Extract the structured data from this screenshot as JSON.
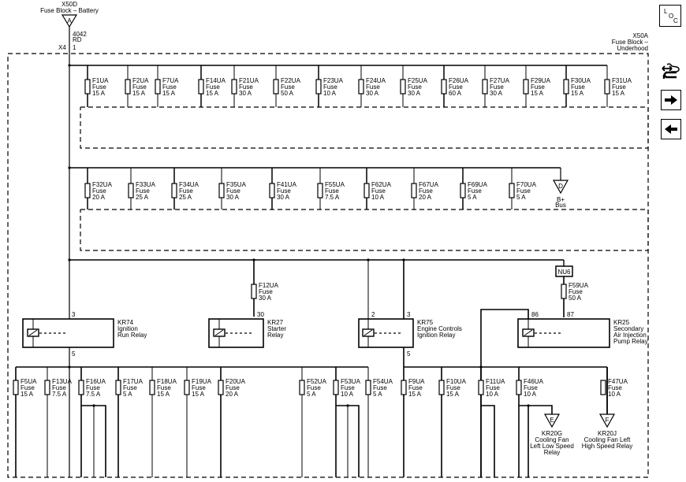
{
  "source": {
    "id": "X50D",
    "name": "Fuse Block – Battery",
    "connector_letter": "A",
    "circuit": "4042",
    "wire_color": "RD",
    "pin_connector": "X4",
    "pin": "1"
  },
  "fuse_block": {
    "id": "X50A",
    "name_line1": "Fuse Block –",
    "name_line2": "Underhood"
  },
  "nav": {
    "location_button": {
      "l1": "L",
      "l2": "O",
      "l3": "C"
    },
    "swap_icon": "connector-swap-icon",
    "forward_icon": "arrow-right-icon",
    "back_icon": "arrow-left-icon"
  },
  "row1_fuses": [
    {
      "id": "F1UA",
      "type": "Fuse",
      "rating": "15 A"
    },
    {
      "id": "F2UA",
      "type": "Fuse",
      "rating": "15 A"
    },
    {
      "id": "F7UA",
      "type": "Fuse",
      "rating": "15 A"
    },
    {
      "id": "F14UA",
      "type": "Fuse",
      "rating": "15 A"
    },
    {
      "id": "F21UA",
      "type": "Fuse",
      "rating": "30 A"
    },
    {
      "id": "F22UA",
      "type": "Fuse",
      "rating": "50 A"
    },
    {
      "id": "F23UA",
      "type": "Fuse",
      "rating": "10 A"
    },
    {
      "id": "F24UA",
      "type": "Fuse",
      "rating": "30 A"
    },
    {
      "id": "F25UA",
      "type": "Fuse",
      "rating": "30 A"
    },
    {
      "id": "F26UA",
      "type": "Fuse",
      "rating": "60 A"
    },
    {
      "id": "F27UA",
      "type": "Fuse",
      "rating": "30 A"
    },
    {
      "id": "F29UA",
      "type": "Fuse",
      "rating": "15 A"
    },
    {
      "id": "F30UA",
      "type": "Fuse",
      "rating": "15 A"
    },
    {
      "id": "F31UA",
      "type": "Fuse",
      "rating": "15 A"
    }
  ],
  "row2_fuses": [
    {
      "id": "F32UA",
      "type": "Fuse",
      "rating": "20 A"
    },
    {
      "id": "F33UA",
      "type": "Fuse",
      "rating": "25 A"
    },
    {
      "id": "F34UA",
      "type": "Fuse",
      "rating": "25 A"
    },
    {
      "id": "F35UA",
      "type": "Fuse",
      "rating": "30 A"
    },
    {
      "id": "F41UA",
      "type": "Fuse",
      "rating": "30 A"
    },
    {
      "id": "F55UA",
      "type": "Fuse",
      "rating": "7.5 A"
    },
    {
      "id": "F62UA",
      "type": "Fuse",
      "rating": "10 A"
    },
    {
      "id": "F67UA",
      "type": "Fuse",
      "rating": "20 A"
    },
    {
      "id": "F69UA",
      "type": "Fuse",
      "rating": "5 A"
    },
    {
      "id": "F70UA",
      "type": "Fuse",
      "rating": "5 A"
    }
  ],
  "bplus_bus": {
    "letter": "D",
    "line1": "B+",
    "line2": "Bus"
  },
  "mid_fuses": [
    {
      "id": "F12UA",
      "type": "Fuse",
      "rating": "30 A"
    },
    {
      "id": "F59UA",
      "type": "Fuse",
      "rating": "50 A"
    }
  ],
  "nu6": "NU6",
  "relays": [
    {
      "id": "KR74",
      "line1": "Ignition",
      "line2": "Run Relay",
      "line3": "",
      "pin_top": "3",
      "pin_bottom": "5"
    },
    {
      "id": "KR27",
      "line1": "Starter",
      "line2": "Relay",
      "line3": "",
      "pin_top": "30",
      "pin_bottom": ""
    },
    {
      "id": "KR75",
      "line1": "Engine Controls",
      "line2": "Ignition Relay",
      "line3": "",
      "pin_top_a": "2",
      "pin_top": "3",
      "pin_bottom": "5"
    },
    {
      "id": "KR25",
      "line1": "Secondary",
      "line2": "Air Injection",
      "line3": "Pump Relay",
      "pin_top_a": "86",
      "pin_top": "87",
      "pin_bottom": ""
    }
  ],
  "bottom_fuses": [
    {
      "id": "F5UA",
      "type": "Fuse",
      "rating": "15 A"
    },
    {
      "id": "F13UA",
      "type": "Fuse",
      "rating": "7.5 A"
    },
    {
      "id": "F16UA",
      "type": "Fuse",
      "rating": "7.5 A"
    },
    {
      "id": "F17UA",
      "type": "Fuse",
      "rating": "5 A"
    },
    {
      "id": "F18UA",
      "type": "Fuse",
      "rating": "15 A"
    },
    {
      "id": "F19UA",
      "type": "Fuse",
      "rating": "15 A"
    },
    {
      "id": "F20UA",
      "type": "Fuse",
      "rating": "20 A"
    },
    {
      "id": "F52UA",
      "type": "Fuse",
      "rating": "5 A"
    },
    {
      "id": "F53UA",
      "type": "Fuse",
      "rating": "10 A"
    },
    {
      "id": "F54UA",
      "type": "Fuse",
      "rating": "5 A"
    },
    {
      "id": "F9UA",
      "type": "Fuse",
      "rating": "15 A"
    },
    {
      "id": "F10UA",
      "type": "Fuse",
      "rating": "15 A"
    },
    {
      "id": "F11UA",
      "type": "Fuse",
      "rating": "10 A"
    },
    {
      "id": "F46UA",
      "type": "Fuse",
      "rating": "10 A"
    },
    {
      "id": "F47UA",
      "type": "Fuse",
      "rating": "10 A"
    }
  ],
  "connectors_out": [
    {
      "letter": "E",
      "id": "KR20G",
      "line1": "Cooling Fan",
      "line2": "Left Low Speed",
      "line3": "Relay"
    },
    {
      "letter": "F",
      "id": "KR20J",
      "line1": "Cooling Fan Left",
      "line2": "High Speed Relay",
      "line3": ""
    }
  ]
}
